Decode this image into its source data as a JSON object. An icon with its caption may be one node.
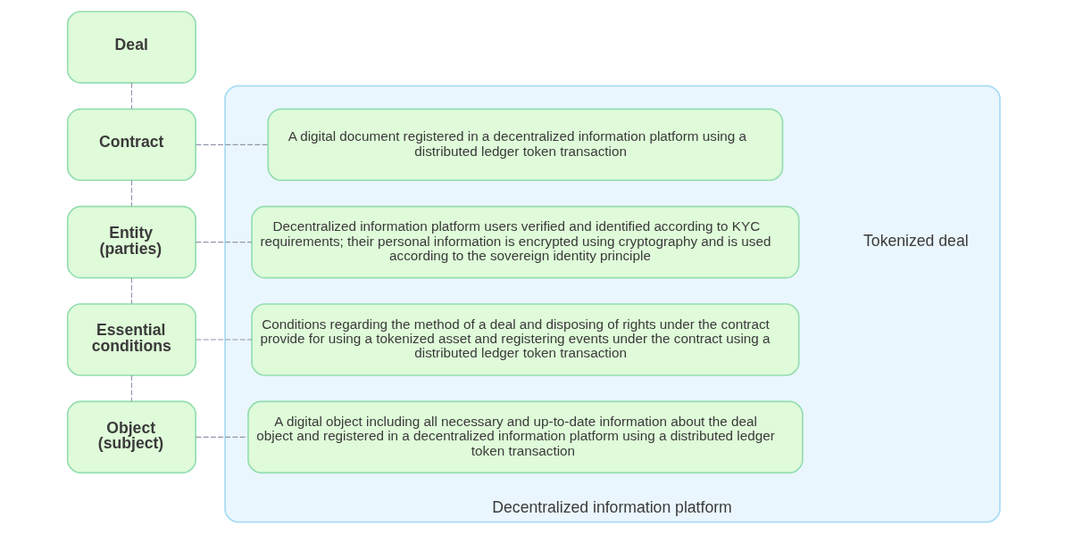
{
  "diagram": {
    "nodes": [
      {
        "text": [
          "Deal"
        ]
      },
      {
        "text": [
          "Contract"
        ]
      },
      {
        "text": [
          "Entity (parties)"
        ]
      },
      {
        "text": [
          "Essential conditions"
        ]
      },
      {
        "text": [
          "Object (subject)"
        ]
      },
      {
        "text": [
          "Decentralized information platform"
        ]
      },
      {
        "text": [
          "A digital document registered in a decentralized information platform using a distributed ledger token transaction"
        ],
        "in": 5
      },
      {
        "text": [
          "Decentralized information platform users verified and identified according to KYC requirements; their personal information is encrypted using cryptography and is used according to the sovereign identity principle"
        ],
        "in": 5
      },
      {
        "text": [
          "Conditions regarding the method of a deal and disposing of rights under the contract provide for using a tokenized asset and registering events under the contract using a distributed ledger token transaction"
        ],
        "in": 5
      },
      {
        "text": [
          "A digital object including all necessary and up-to-date information about the deal object and registered in a decentralized information platform using a distributed ledger token transaction"
        ],
        "in": 5
      }
    ],
    "edges": [
      {
        "from": 0,
        "to": 1,
        "arrow": "none",
        "style": "dashed"
      },
      {
        "from": 1,
        "to": 2,
        "arrow": "none",
        "style": "dashed"
      },
      {
        "from": 2,
        "to": 3,
        "arrow": "none",
        "style": "dashed"
      },
      {
        "from": 3,
        "to": 4,
        "arrow": "none",
        "style": "dashed"
      },
      {
        "from": 1,
        "to": 6,
        "arrow": "none",
        "style": "dashed"
      },
      {
        "from": 2,
        "to": 7,
        "arrow": "none",
        "style": "dashed"
      },
      {
        "from": 3,
        "to": 8,
        "arrow": "none",
        "style": "dashed"
      },
      {
        "from": 4,
        "to": 9,
        "arrow": "none",
        "style": "dashed"
      }
    ],
    "labels": [
      "Tokenized deal"
    ]
  }
}
